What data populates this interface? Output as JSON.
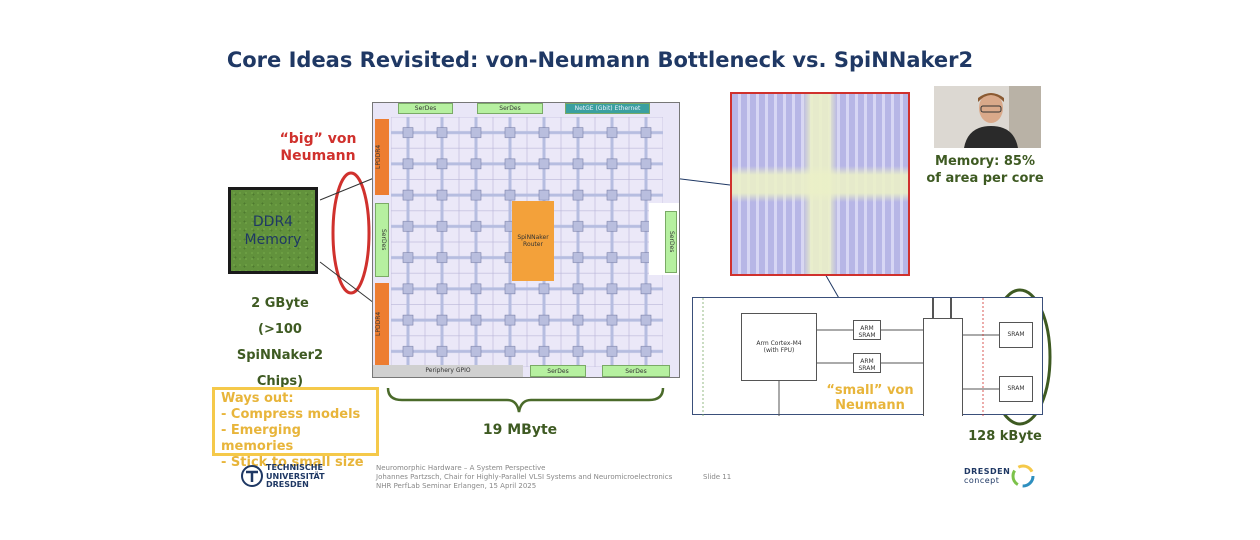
{
  "slide": {
    "title": "Core Ideas Revisited: von-Neumann Bottleneck vs. SpiNNaker2",
    "big_vn": "“big” von Neumann",
    "ddr4_line1": "DDR4",
    "ddr4_line2": "Memory",
    "gbyte": "2 GByte",
    "chips_line1": "(>100 SpiNNaker2",
    "chips_line2": "Chips)",
    "ways_title": "Ways out:",
    "ways": [
      "- Compress models",
      "- Emerging memories",
      "- Stick to small size"
    ],
    "chip_mbyte": "19 MByte",
    "memory_pct_line1": "Memory: 85%",
    "memory_pct_line2": "of area per core",
    "small_vn_line1": "“small” von",
    "small_vn_line2": "Neumann",
    "kbyte": "128 kByte",
    "slide_num": "Slide 11"
  },
  "chip": {
    "serdes": "SerDes",
    "ethernet": "NetGE (Gbit) Ethernet",
    "lpddr": "LPDDR4",
    "router_line1": "SpiNNaker",
    "router_line2": "Router",
    "periphery": "Periphery GPIO"
  },
  "block": {
    "arm_line1": "Arm Cortex-M4",
    "arm_line2": "(with FPU)",
    "arm_sram": "ARM SRAM",
    "sram": "SRAM"
  },
  "footer": {
    "logo_line1": "TECHNISCHE",
    "logo_line2": "UNIVERSITÄT",
    "logo_line3": "DRESDEN",
    "line1": "Neuromorphic Hardware – A System Perspective",
    "line2": "Johannes Partzsch, Chair for Highly-Parallel VLSI Systems and Neuromicroelectronics",
    "line3": "NHR PerfLab Seminar Erlangen, 15 April 2025",
    "dresden_line1": "DRESDEN",
    "dresden_line2": "concept"
  },
  "colors": {
    "title": "#1f3864",
    "red": "#d0312d",
    "green": "#4a6a2a",
    "yellow": "#f5c94a",
    "orange": "#ed7d31"
  }
}
